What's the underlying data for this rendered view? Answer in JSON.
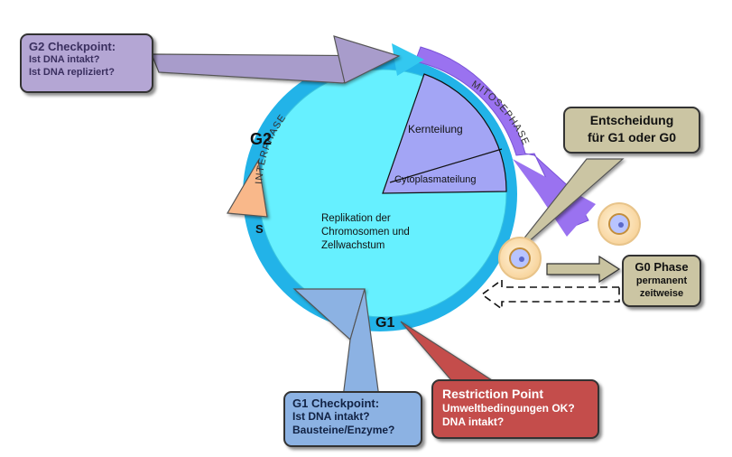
{
  "cycle": {
    "interphase_label": "INTERPHASE",
    "mitosephase_label": "MITOSEPHASE",
    "g2_label": "G2",
    "s_label": "S",
    "g1_label": "G1",
    "interior_text": [
      "Replikation der",
      "Chromosomen und",
      "Zellwachstum"
    ],
    "kernteilung": "Kernteilung",
    "cytoplasmateilung": "Cytoplasmateilung"
  },
  "g2_checkpoint": {
    "title": "G2 Checkpoint:",
    "lines": [
      "Ist DNA intakt?",
      "Ist DNA repliziert?"
    ]
  },
  "entscheidung": {
    "lines": [
      "Entscheidung",
      "für G1 oder G0"
    ]
  },
  "g0_phase": {
    "title": "G0 Phase",
    "lines": [
      "permanent",
      "zeitweise"
    ]
  },
  "g1_checkpoint": {
    "title": "G1 Checkpoint:",
    "lines": [
      "Ist DNA intakt?",
      "Bausteine/Enzyme?"
    ]
  },
  "restriction_point": {
    "title": "Restriction Point",
    "lines": [
      "Umweltbedingungen OK?",
      "DNA intakt?"
    ]
  },
  "colors": {
    "cell_interior": "#66f0ff",
    "ring": "#22b3e8",
    "mitosis_arrow": "#9a72f0",
    "wedge": "#a3a5f5",
    "g2_box": "#b4a6d4",
    "g2_pointer": "#a89ccb",
    "s_triangle": "#f9b88a",
    "g1_box": "#8cb2e3",
    "restriction_box": "#c44d4b",
    "entscheidung_box": "#cbc5a3",
    "g0_box": "#cbc5a3",
    "g0_arrow": "#c9c3a0",
    "cell_fill": "#fde7c3",
    "cell_ring": "#c38e3c",
    "nucleus": "#5b68c9"
  }
}
